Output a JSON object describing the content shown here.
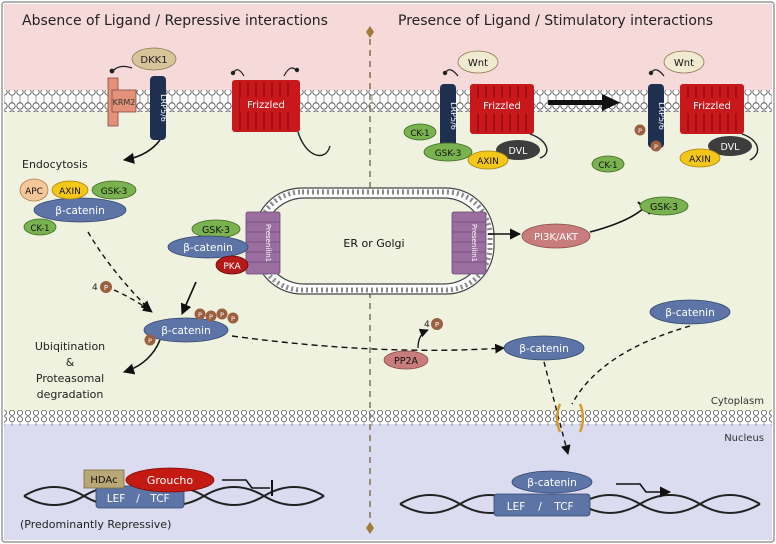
{
  "panels": {
    "left_title": "Absence of Ligand / Repressive interactions",
    "right_title": "Presence of Ligand / Stimulatory interactions"
  },
  "compartments": {
    "cytoplasm": "Cytoplasm",
    "nucleus": "Nucleus",
    "organelle": "ER or Golgi"
  },
  "labels": {
    "dkk1": "DKK1",
    "krm2": "KRM2",
    "lrp": "LRP5/6",
    "frizzled": "Frizzled",
    "wnt": "Wnt",
    "endocytosis": "Endocytosis",
    "apc": "APC",
    "axin": "AXIN",
    "gsk3": "GSK-3",
    "ck1": "CK-1",
    "dvl": "DVL",
    "bcatenin": "β-catenin",
    "pka": "PKA",
    "presenilin": "Presenilin1",
    "p": "P",
    "four": "4",
    "pi3k": "PI3K/AKT",
    "pp2a": "PP2A",
    "degradation": [
      "Ubiqitination",
      "&",
      "Proteasomal",
      "degradation"
    ],
    "hdac": "HDAc",
    "groucho": "Groucho",
    "lef": "LEF",
    "slash": "/",
    "tcf": "TCF",
    "repressive_note": "(Predominantly Repressive)"
  },
  "colors": {
    "membrane_zone": "#f6d9d9",
    "cytoplasm": "#eef2df",
    "nucleus": "#dcdcf0",
    "frizzled": "#c8181b",
    "lrp": "#1e2f4f",
    "catenin": "#5d75a6",
    "gsk3": "#79b24e",
    "axin": "#f3c61a",
    "pka": "#b51a1a",
    "pi3k": "#c97c7c",
    "presenilin": "#9a6f9f",
    "groucho": "#c41a14",
    "hdac": "#b9a876",
    "wnt": "#f0ead0",
    "dkk1": "#d8c49b",
    "krm2": "#e2917a",
    "dvl": "#3d3d3d",
    "phospho": "#9a6040"
  }
}
